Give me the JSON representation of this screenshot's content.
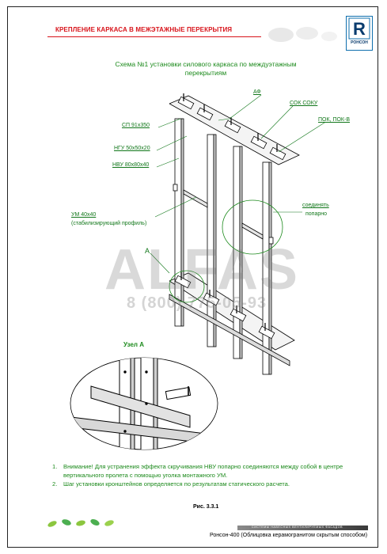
{
  "header": {
    "title": "КРЕПЛЕНИЕ КАРКАСА В МЕЖЭТАЖНЫЕ ПЕРЕКРЫТИЯ",
    "logo_letter": "R",
    "logo_text": "РОНСОН"
  },
  "scheme": {
    "title_line1": "Схема  №1 установки силового каркаса по междуэтажным",
    "title_line2": "перекрытиям"
  },
  "callouts": {
    "af": "АФ",
    "sok": "СОК СОКУ",
    "pok": "ПОК, ПОК-В",
    "sp": "СП 91х350",
    "ngu": "НГУ 50х50х20",
    "nvu": "НВУ 80х80х40",
    "um_1": "УМ 40х40",
    "um_2": "(стабилизирующий профиль)",
    "join_1": "соединять",
    "join_2": "попарно",
    "a_mark": "А"
  },
  "watermark": {
    "brand": "ALFAS",
    "phone": "8 (800) 775-05-93"
  },
  "node": {
    "title": "Узел  А"
  },
  "notes": [
    {
      "num": "1.",
      "text": "Внимание!  Для устранения эффекта скручивания НВУ попарно соединяются между собой в центре вертикального пролета с помощью уголка монтажного УМ."
    },
    {
      "num": "2.",
      "text": "Шаг установки кронштейнов определяется по результатам статического расчета."
    }
  ],
  "figure": {
    "label": "Рис. 3.3.1"
  },
  "footer": {
    "band_text": "СИСТЕМЫ НАВЕСНЫХ ВЕНТИЛИРУЕМЫХ ФАСАДОВ",
    "caption": "Ронсон-400 (Облицовка керамогранитом скрытым способом)"
  },
  "colors": {
    "header_red": "#d8141b",
    "label_green": "#1c8a1c",
    "logo_blue": "#0f6fae"
  }
}
